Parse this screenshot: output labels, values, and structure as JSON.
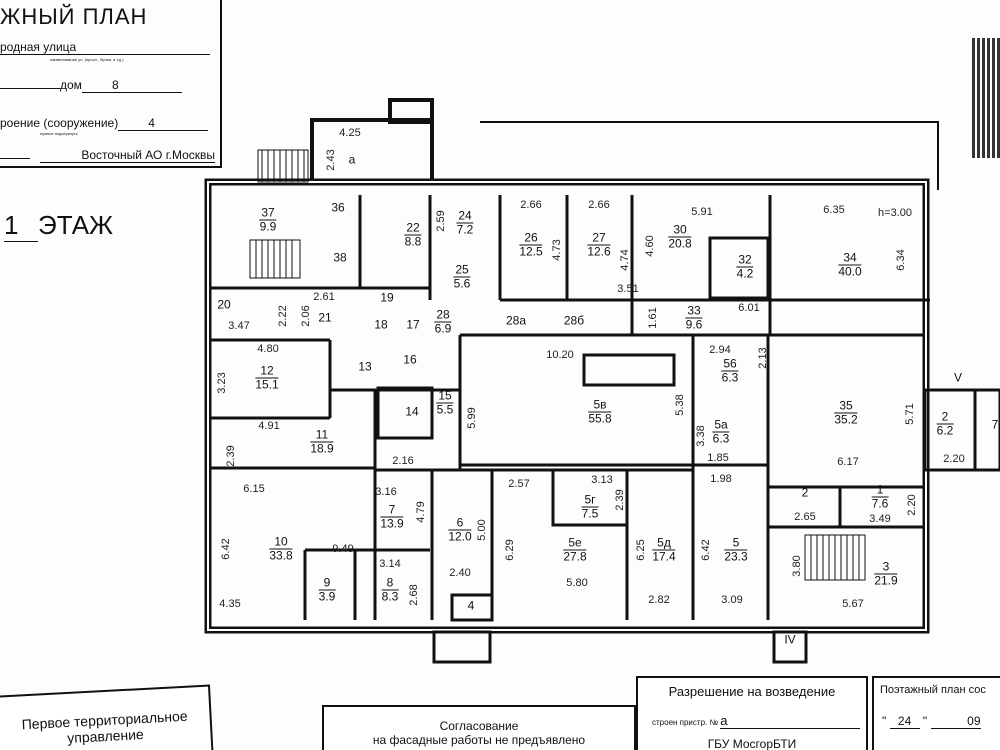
{
  "header": {
    "title": "ЖНЫЙ ПЛАН",
    "street": "родная улица",
    "street_caption": "наименование ул. (просп., бульв. и т.д.)",
    "house_label": "дом",
    "house_value": "8",
    "building_label": "роение (сооружение)",
    "building_value": "4",
    "building_caption": "нужное подчеркнуть",
    "district": "Восточный АО г.Москвы",
    "floor_number": "1",
    "floor_label": "ЭТАЖ"
  },
  "plan": {
    "rooms": [
      {
        "num": "a",
        "area": ""
      },
      {
        "num": "37",
        "area": "9.9"
      },
      {
        "num": "36",
        "area": ""
      },
      {
        "num": "38",
        "area": ""
      },
      {
        "num": "22",
        "area": "8.8"
      },
      {
        "num": "24",
        "area": "7.2"
      },
      {
        "num": "25",
        "area": "5.6"
      },
      {
        "num": "26",
        "area": "12.5"
      },
      {
        "num": "27",
        "area": "12.6"
      },
      {
        "num": "30",
        "area": "20.8"
      },
      {
        "num": "32",
        "area": "4.2"
      },
      {
        "num": "34",
        "area": "40.0"
      },
      {
        "num": "20",
        "area": ""
      },
      {
        "num": "21",
        "area": ""
      },
      {
        "num": "19",
        "area": ""
      },
      {
        "num": "18",
        "area": ""
      },
      {
        "num": "17",
        "area": ""
      },
      {
        "num": "28",
        "area": "6.9"
      },
      {
        "num": "28а",
        "area": ""
      },
      {
        "num": "28б",
        "area": ""
      },
      {
        "num": "33",
        "area": "9.6"
      },
      {
        "num": "12",
        "area": "15.1"
      },
      {
        "num": "13",
        "area": ""
      },
      {
        "num": "16",
        "area": ""
      },
      {
        "num": "15",
        "area": "5.5"
      },
      {
        "num": "14",
        "area": ""
      },
      {
        "num": "5в",
        "area": "55.8"
      },
      {
        "num": "56",
        "area": "6.3"
      },
      {
        "num": "5а",
        "area": "6.3"
      },
      {
        "num": "35",
        "area": "35.2"
      },
      {
        "num": "2",
        "area": "6.2"
      },
      {
        "num": "7",
        "area": ""
      },
      {
        "num": "11",
        "area": "18.9"
      },
      {
        "num": "10",
        "area": "33.8"
      },
      {
        "num": "7",
        "area": "13.9"
      },
      {
        "num": "6",
        "area": "12.0"
      },
      {
        "num": "5е",
        "area": "27.8"
      },
      {
        "num": "5г",
        "area": "7.5"
      },
      {
        "num": "5д",
        "area": "17.4"
      },
      {
        "num": "5",
        "area": "23.3"
      },
      {
        "num": "2",
        "area": ""
      },
      {
        "num": "1",
        "area": "7.6"
      },
      {
        "num": "3",
        "area": "21.9"
      },
      {
        "num": "9",
        "area": "3.9"
      },
      {
        "num": "8",
        "area": "8.3"
      },
      {
        "num": "4",
        "area": ""
      },
      {
        "num": "V",
        "area": ""
      },
      {
        "num": "IV",
        "area": ""
      }
    ],
    "dimensions_h": [
      "4.25",
      "2.66",
      "2.66",
      "5.91",
      "6.35",
      "h=3.00",
      "2.61",
      "3.47",
      "4.80",
      "4.91",
      "10.20",
      "2.94",
      "1.85",
      "6.17",
      "2.20",
      "2.16",
      "6.15",
      "3.16",
      "2.57",
      "3.13",
      "1.98",
      "2.65",
      "3.49",
      "9.49",
      "3.14",
      "2.40",
      "5.80",
      "2.82",
      "3.09",
      "4.35",
      "5.67",
      "3.51",
      "6.01"
    ],
    "dimensions_v": [
      "2.43",
      "2.59",
      "4.73",
      "4.74",
      "4.60",
      "6.34",
      "2.22",
      "2.06",
      "1.61",
      "3.23",
      "2.39",
      "5.99",
      "5.38",
      "2.13",
      "3.38",
      "5.71",
      "4.79",
      "5.00",
      "6.29",
      "2.39",
      "6.25",
      "6.42",
      "6.42",
      "2.68",
      "3.80",
      "2.20"
    ]
  },
  "footer": {
    "territorial": [
      "Первое территориальное",
      "управление"
    ],
    "facade": [
      "Согласование",
      "на фасадные работы не предъявлено"
    ],
    "permit_title": "Разрешение на возведение",
    "permit_field": "строен пристр. №",
    "permit_value": "а",
    "permit_org": "ГБУ МосгорБТИ",
    "floorplan_title": "Поэтажный план сос",
    "date_day": "24",
    "date_month": "09"
  }
}
